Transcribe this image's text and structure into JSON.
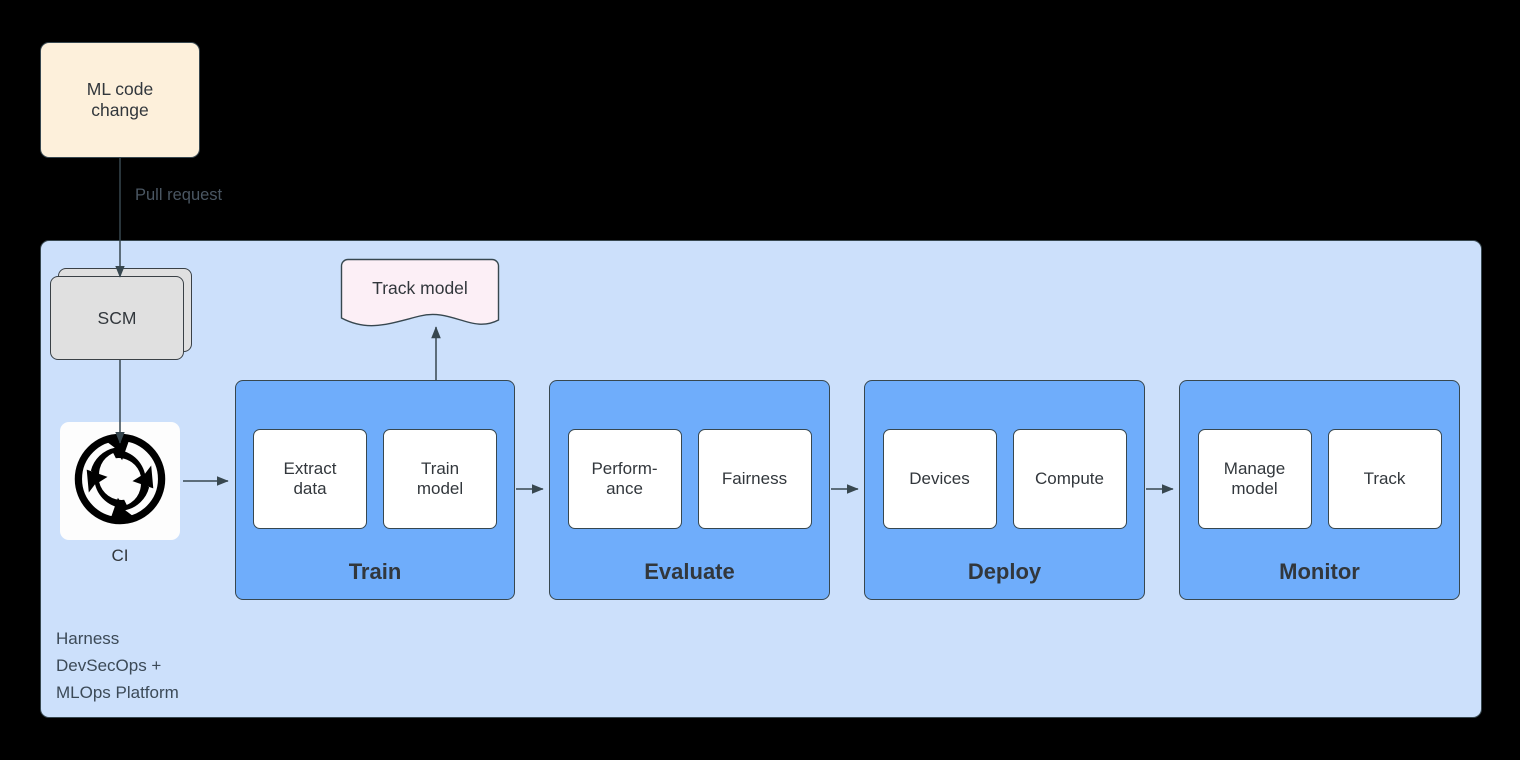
{
  "diagram": {
    "title": "Harness DevSecOps + MLOps Platform pipeline",
    "colors": {
      "background": "#000000",
      "platform_fill": "#CCE0FB",
      "stage_fill": "#6FADFB",
      "stage_item_fill": "#FFFFFF",
      "source_fill": "#FDF0DB",
      "scm_fill": "#E0E0E0",
      "doc_fill": "#FCEFF6",
      "stroke": "#37474F",
      "text": "#32373C",
      "edge_label_text": "#4A5662"
    }
  },
  "source": {
    "ml_code_change_label": "ML code\nchange"
  },
  "edges": {
    "pull_request_label": "Pull request"
  },
  "platform": {
    "caption": "Harness\nDevSecOps +\nMLOps Platform"
  },
  "scm": {
    "label": "SCM"
  },
  "ci": {
    "caption": "CI",
    "icon": "ci-cycle-arrows-icon"
  },
  "track_model_doc": {
    "label": "Track model",
    "shape": "document"
  },
  "stages": [
    {
      "id": "train",
      "title": "Train",
      "items": [
        {
          "label": "Extract\ndata"
        },
        {
          "label": "Train\nmodel"
        }
      ]
    },
    {
      "id": "evaluate",
      "title": "Evaluate",
      "items": [
        {
          "label": "Perform-\nance"
        },
        {
          "label": "Fairness"
        }
      ]
    },
    {
      "id": "deploy",
      "title": "Deploy",
      "items": [
        {
          "label": "Devices"
        },
        {
          "label": "Compute"
        }
      ]
    },
    {
      "id": "monitor",
      "title": "Monitor",
      "items": [
        {
          "label": "Manage\nmodel"
        },
        {
          "label": "Track"
        }
      ]
    }
  ]
}
